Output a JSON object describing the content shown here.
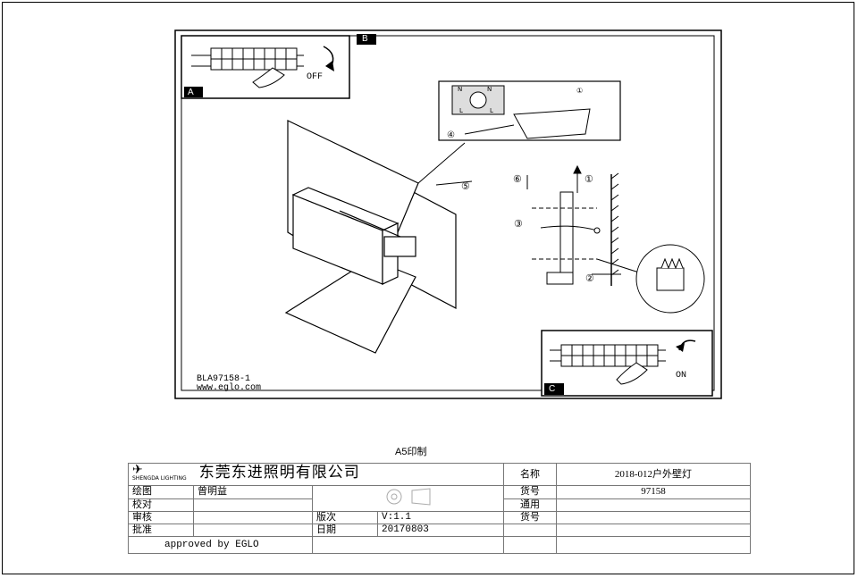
{
  "drawing": {
    "model_code": "BLA97158-1",
    "website": "www.eglo.com",
    "step_a_label": "A",
    "step_b_label": "B",
    "step_c_label": "C",
    "off_label": "OFF",
    "on_label": "ON",
    "callouts": [
      "①",
      "②",
      "③",
      "④",
      "⑤",
      "⑥"
    ],
    "terminal_labels": [
      "N",
      "L"
    ]
  },
  "print_note": "A5印制",
  "title_block": {
    "logo_text": "SHENGDA LIGHTING",
    "company": "东莞东进照明有限公司",
    "name_label": "名称",
    "name_value": "2018-012户外壁灯",
    "draw_label": "绘图",
    "draw_value": "曾明益",
    "item_no_label": "货号",
    "item_no_value": "97158",
    "check_label": "校对",
    "general_label": "通用",
    "review_label": "审核",
    "version_label": "版次",
    "version_value": "V:1.1",
    "general_item_label": "货号",
    "approve_label": "批准",
    "date_label": "日期",
    "date_value": "20170803",
    "approved_by": "approved by EGLO"
  }
}
